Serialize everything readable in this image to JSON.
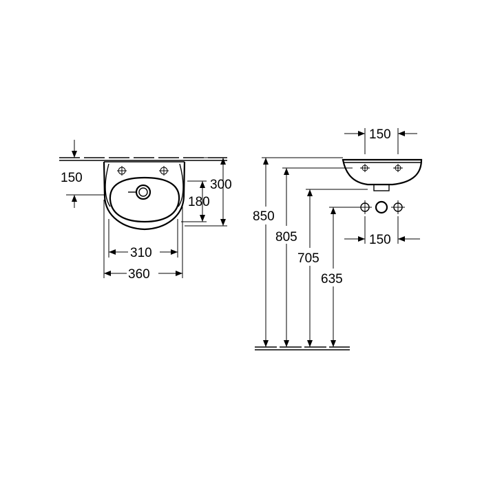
{
  "diagram": {
    "front_view": {
      "top_offset": "150",
      "inner_width": "310",
      "outer_width": "360",
      "depth": "300",
      "hole_depth": "180"
    },
    "side_view": {
      "top_width": "150",
      "tap_spacing": "150",
      "height_rim": "850",
      "height_basin": "805",
      "height_waste": "705",
      "height_supply": "635"
    }
  }
}
